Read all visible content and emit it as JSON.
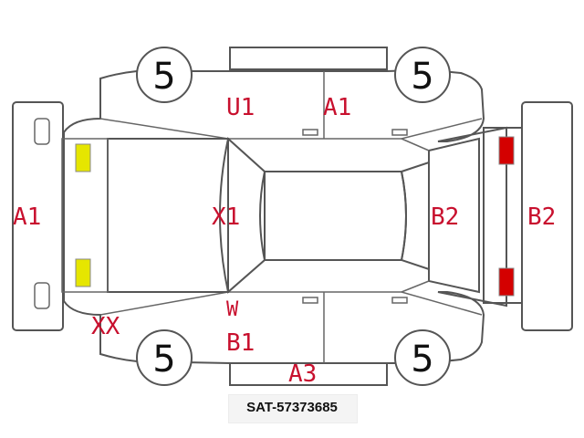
{
  "diagram": {
    "labels": {
      "front_left_panel": "A1",
      "roof_front": "X1",
      "upper_left_door": "U1",
      "upper_right_door": "A1",
      "lower_mark": "W",
      "lower_left_door": "B1",
      "lower_sill": "A3",
      "front_corner": "XX",
      "rear_window": "B2",
      "rear_panel": "B2"
    },
    "wheels": {
      "front_top": "5",
      "rear_top": "5",
      "front_bottom": "5",
      "rear_bottom": "5"
    },
    "marker_colors": {
      "front": "#e6e600",
      "rear": "#d40000"
    }
  },
  "footer": {
    "id": "SAT-57373685"
  }
}
